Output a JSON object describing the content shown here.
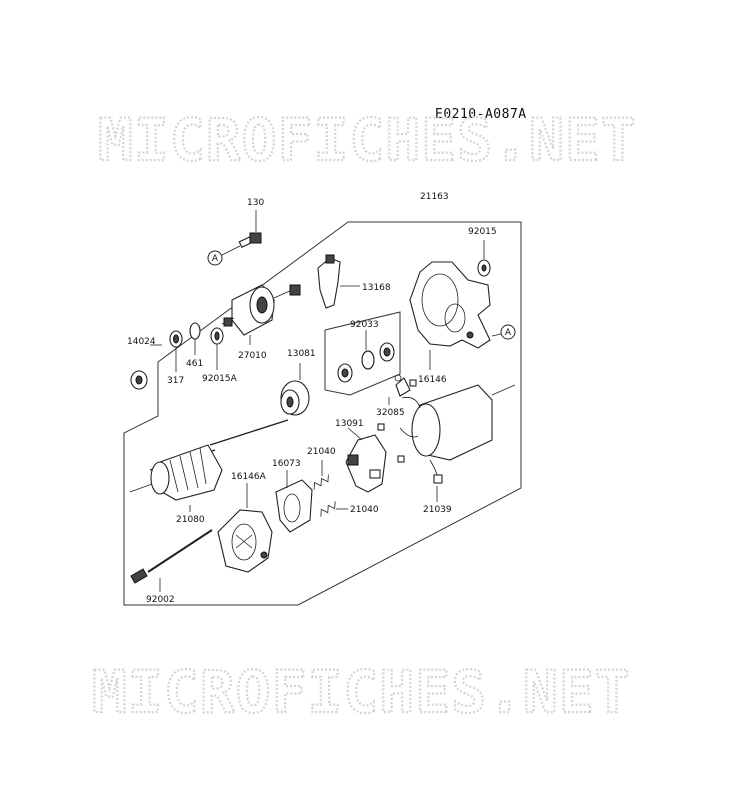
{
  "diagram_code": "E0210-A087A",
  "watermark": "MICROFICHES.NET",
  "callout_ref": "A",
  "parts": [
    {
      "id": "p-130",
      "number": "130"
    },
    {
      "id": "p-21163",
      "number": "21163"
    },
    {
      "id": "p-92015",
      "number": "92015"
    },
    {
      "id": "p-13168",
      "number": "13168"
    },
    {
      "id": "p-14024",
      "number": "14024"
    },
    {
      "id": "p-92033",
      "number": "92033"
    },
    {
      "id": "p-461",
      "number": "461"
    },
    {
      "id": "p-27010",
      "number": "27010"
    },
    {
      "id": "p-317",
      "number": "317"
    },
    {
      "id": "p-92015A",
      "number": "92015A"
    },
    {
      "id": "p-13081",
      "number": "13081"
    },
    {
      "id": "p-16146",
      "number": "16146"
    },
    {
      "id": "p-32085",
      "number": "32085"
    },
    {
      "id": "p-13091",
      "number": "13091"
    },
    {
      "id": "p-21040a",
      "number": "21040"
    },
    {
      "id": "p-16073",
      "number": "16073"
    },
    {
      "id": "p-16146A",
      "number": "16146A"
    },
    {
      "id": "p-21080",
      "number": "21080"
    },
    {
      "id": "p-21040b",
      "number": "21040"
    },
    {
      "id": "p-21039",
      "number": "21039"
    },
    {
      "id": "p-92002",
      "number": "92002"
    }
  ]
}
